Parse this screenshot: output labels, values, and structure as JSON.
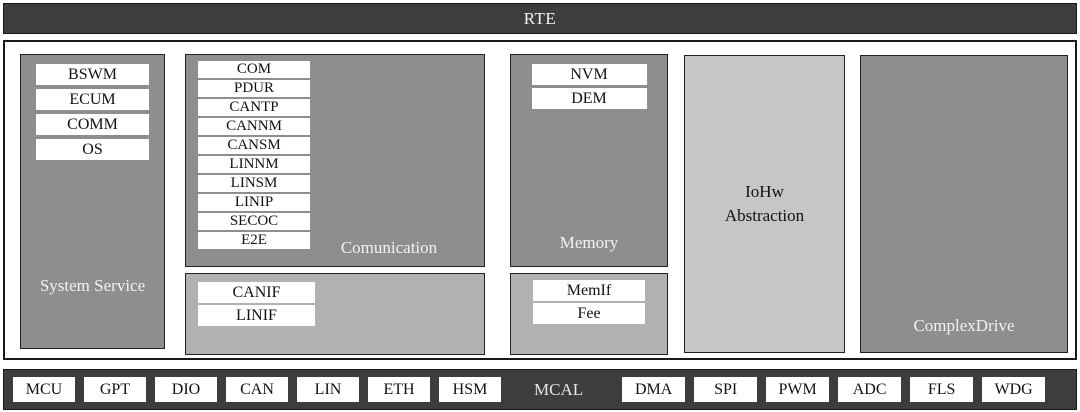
{
  "colors": {
    "bar_dark": "#3d3d3d",
    "panel_gray": "#8e8e8e",
    "panel_light_gray": "#b1b1b1",
    "panel_lighter_gray": "#c6c6c6",
    "module_white": "#ffffff",
    "text_dark": "#111111",
    "text_light": "#f2f2f2"
  },
  "rte": {
    "label": "RTE"
  },
  "system_service": {
    "label": "System Service",
    "modules": [
      "BSWM",
      "ECUM",
      "COMM",
      "OS"
    ]
  },
  "communication": {
    "label": "Comunication",
    "modules": [
      "COM",
      "PDUR",
      "CANTP",
      "CANNM",
      "CANSM",
      "LINNM",
      "LINSM",
      "LINIP",
      "SECOC",
      "E2E"
    ],
    "interfaces": [
      "CANIF",
      "LINIF"
    ]
  },
  "memory": {
    "label": "Memory",
    "modules": [
      "NVM",
      "DEM"
    ],
    "interfaces": [
      "MemIf",
      "Fee"
    ]
  },
  "iohw": {
    "line1": "IoHw",
    "line2": "Abstraction"
  },
  "complex_drive": {
    "label": "ComplexDrive"
  },
  "mcal": {
    "label": "MCAL",
    "left_modules": [
      "MCU",
      "GPT",
      "DIO",
      "CAN",
      "LIN",
      "ETH",
      "HSM"
    ],
    "right_modules": [
      "DMA",
      "SPI",
      "PWM",
      "ADC",
      "FLS",
      "WDG"
    ]
  }
}
